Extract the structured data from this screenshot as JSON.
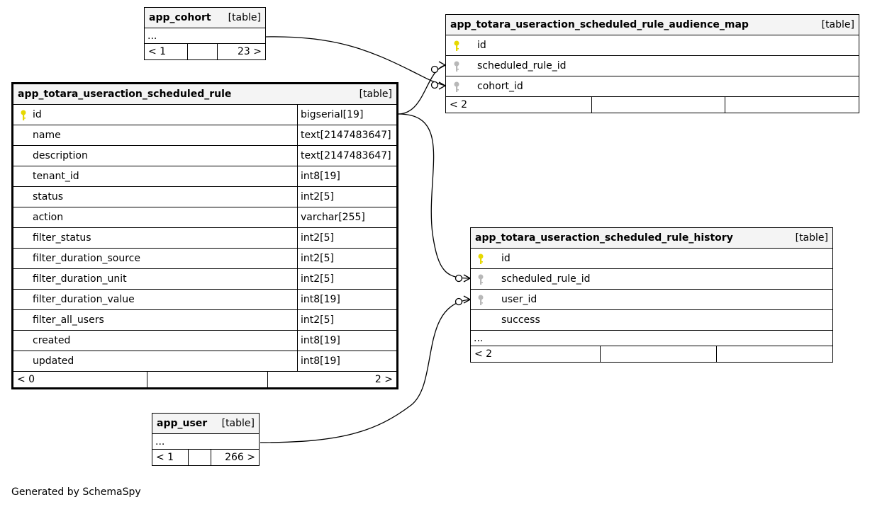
{
  "tables": {
    "cohort": {
      "name": "app_cohort",
      "kind": "[table]",
      "ellipsis": "...",
      "prev": "< 1",
      "next": "23 >"
    },
    "audience_map": {
      "name": "app_totara_useraction_scheduled_rule_audience_map",
      "kind": "[table]",
      "columns": [
        "id",
        "scheduled_rule_id",
        "cohort_id"
      ],
      "prev": "< 2"
    },
    "scheduled_rule": {
      "name": "app_totara_useraction_scheduled_rule",
      "kind": "[table]",
      "columns": [
        {
          "name": "id",
          "type": "bigserial[19]"
        },
        {
          "name": "name",
          "type": "text[2147483647]"
        },
        {
          "name": "description",
          "type": "text[2147483647]"
        },
        {
          "name": "tenant_id",
          "type": "int8[19]"
        },
        {
          "name": "status",
          "type": "int2[5]"
        },
        {
          "name": "action",
          "type": "varchar[255]"
        },
        {
          "name": "filter_status",
          "type": "int2[5]"
        },
        {
          "name": "filter_duration_source",
          "type": "int2[5]"
        },
        {
          "name": "filter_duration_unit",
          "type": "int2[5]"
        },
        {
          "name": "filter_duration_value",
          "type": "int8[19]"
        },
        {
          "name": "filter_all_users",
          "type": "int2[5]"
        },
        {
          "name": "created",
          "type": "int8[19]"
        },
        {
          "name": "updated",
          "type": "int8[19]"
        }
      ],
      "prev": "< 0",
      "next": "2 >"
    },
    "history": {
      "name": "app_totara_useraction_scheduled_rule_history",
      "kind": "[table]",
      "columns": [
        "id",
        "scheduled_rule_id",
        "user_id",
        "success"
      ],
      "ellipsis": "...",
      "prev": "< 2"
    },
    "user": {
      "name": "app_user",
      "kind": "[table]",
      "ellipsis": "...",
      "prev": "< 1",
      "next": "266 >"
    }
  },
  "caption": "Generated by SchemaSpy",
  "colors": {
    "primary_key": "#e6d800",
    "foreign_key": "#b8b8b8",
    "header_bg": "#f4f4f4"
  }
}
